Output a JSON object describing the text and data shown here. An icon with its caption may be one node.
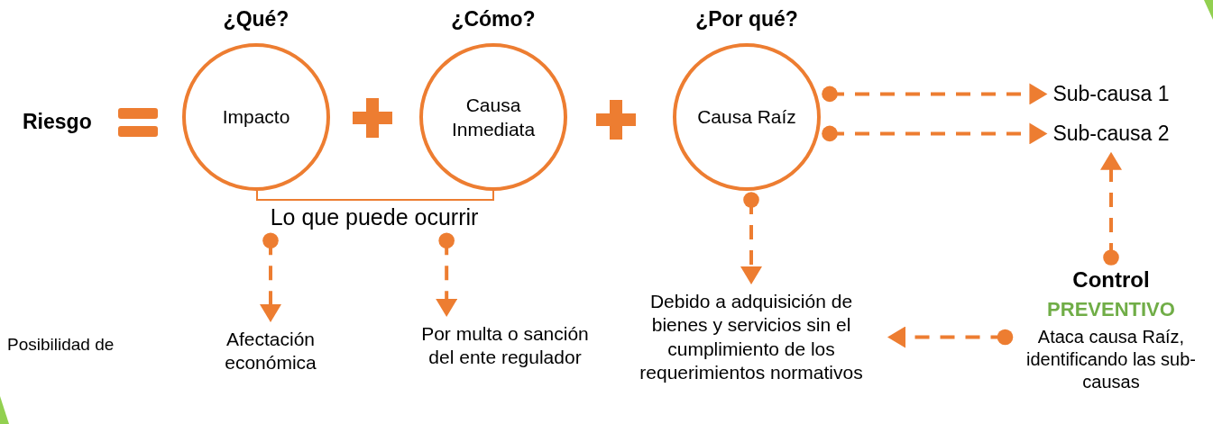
{
  "diagram": {
    "nodes": [
      {
        "text": [
          "¿Qué?",
          "Impacto"
        ]
      },
      {
        "text": [
          "¿Cómo?",
          "Causa Inmediata"
        ]
      },
      {
        "text": [
          "¿Por qué?",
          "Causa Raíz"
        ]
      },
      {
        "text": [
          "Lo que puede ocurrir"
        ]
      },
      {
        "text": [
          "Afectación económica"
        ]
      },
      {
        "text": [
          "Por multa o sanción del ente regulador"
        ]
      },
      {
        "text": [
          "Debido a adquisición de bienes y servicios sin el cumplimiento de los requerimientos normativos"
        ]
      },
      {
        "text": [
          "Sub-causa 1"
        ]
      },
      {
        "text": [
          "Sub-causa 2"
        ]
      },
      {
        "text": [
          "Control",
          "PREVENTIVO",
          "Ataca causa Raíz, identificando las sub-causas"
        ]
      }
    ],
    "edges": [
      {
        "from": 3,
        "to": 4,
        "arrow": "to",
        "style": "dashed"
      },
      {
        "from": 3,
        "to": 5,
        "arrow": "to",
        "style": "dashed"
      },
      {
        "from": 2,
        "to": 6,
        "arrow": "to",
        "style": "dashed"
      },
      {
        "from": 2,
        "to": 7,
        "arrow": "to",
        "style": "dashed"
      },
      {
        "from": 2,
        "to": 8,
        "arrow": "to",
        "style": "dashed"
      },
      {
        "from": 9,
        "to": 8,
        "arrow": "to",
        "style": "dashed"
      },
      {
        "from": 9,
        "to": 6,
        "arrow": "to",
        "style": "dashed"
      }
    ],
    "labels": [
      "Riesgo",
      "Posibilidad de"
    ]
  }
}
